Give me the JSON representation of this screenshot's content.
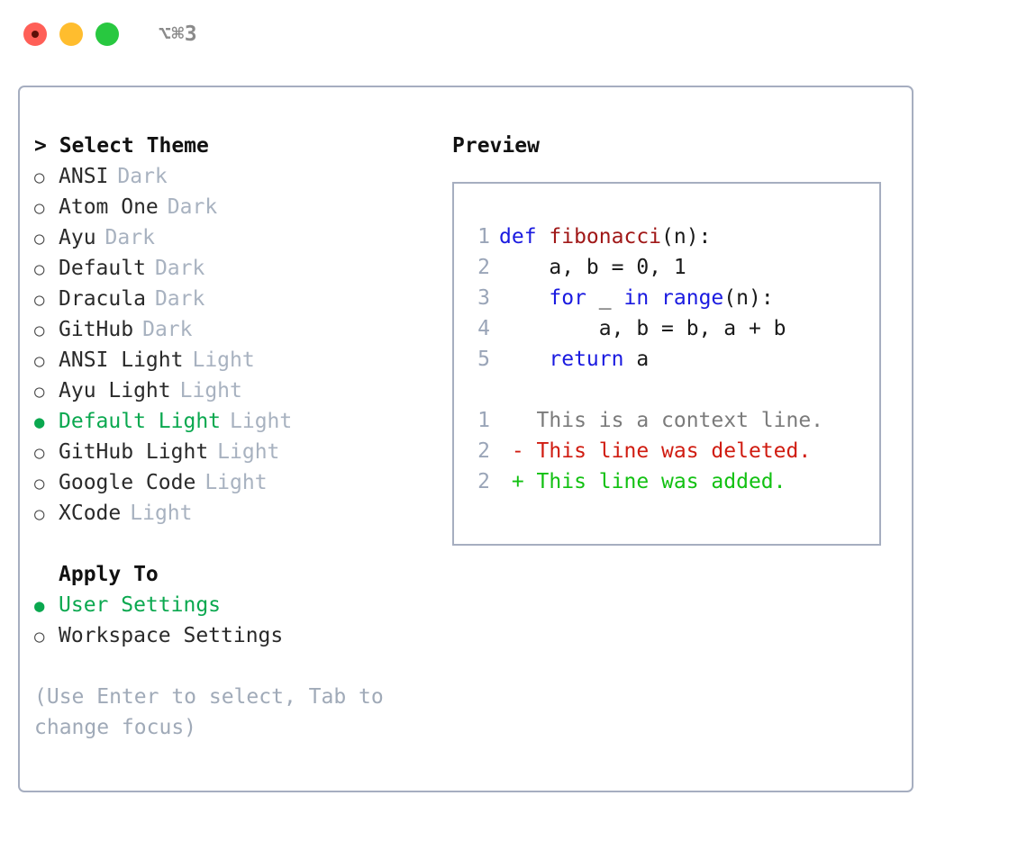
{
  "titlebar": {
    "shortcut": "⌥⌘3",
    "lights": [
      {
        "name": "close",
        "color": "#ff5f57"
      },
      {
        "name": "minimize",
        "color": "#ffbd2e"
      },
      {
        "name": "maximize",
        "color": "#28c840"
      }
    ]
  },
  "colors": {
    "accent_green": "#0aa84f",
    "border": "#a6aec0",
    "muted": "#a8b2c0",
    "hint": "#a0aab8",
    "keyword_blue": "#1a1ae0",
    "function_red": "#a01818",
    "diff_add": "#12c112",
    "diff_del": "#d01c11",
    "diff_ctx": "#7b7b7b",
    "line_number": "#9aa5b8"
  },
  "theme_list": {
    "heading": "> Select Theme",
    "marker_selected": "●",
    "marker_unselected": "○",
    "items": [
      {
        "label": "ANSI",
        "tag": "Dark",
        "selected": false
      },
      {
        "label": "Atom One",
        "tag": "Dark",
        "selected": false
      },
      {
        "label": "Ayu",
        "tag": "Dark",
        "selected": false
      },
      {
        "label": "Default",
        "tag": "Dark",
        "selected": false
      },
      {
        "label": "Dracula",
        "tag": "Dark",
        "selected": false
      },
      {
        "label": "GitHub",
        "tag": "Dark",
        "selected": false
      },
      {
        "label": "ANSI Light",
        "tag": "Light",
        "selected": false
      },
      {
        "label": "Ayu Light",
        "tag": "Light",
        "selected": false
      },
      {
        "label": "Default Light",
        "tag": "Light",
        "selected": true
      },
      {
        "label": "GitHub Light",
        "tag": "Light",
        "selected": false
      },
      {
        "label": "Google Code",
        "tag": "Light",
        "selected": false
      },
      {
        "label": "XCode",
        "tag": "Light",
        "selected": false
      }
    ]
  },
  "apply_to": {
    "heading": "Apply To",
    "items": [
      {
        "label": "User Settings",
        "selected": true
      },
      {
        "label": "Workspace Settings",
        "selected": false
      }
    ]
  },
  "hint": "(Use Enter to select, Tab to change focus)",
  "preview": {
    "title": "Preview",
    "code_lines": [
      {
        "num": "1",
        "tokens": [
          {
            "text": "def ",
            "style": "kw"
          },
          {
            "text": "fibonacci",
            "style": "fn"
          },
          {
            "text": "(n):",
            "style": "pl"
          }
        ]
      },
      {
        "num": "2",
        "tokens": [
          {
            "text": "    a, b = 0, 1",
            "style": "pl"
          }
        ]
      },
      {
        "num": "3",
        "tokens": [
          {
            "text": "    ",
            "style": "pl"
          },
          {
            "text": "for ",
            "style": "kw"
          },
          {
            "text": "_ ",
            "style": "pl"
          },
          {
            "text": "in ",
            "style": "kw"
          },
          {
            "text": "range",
            "style": "kw"
          },
          {
            "text": "(n):",
            "style": "pl"
          }
        ]
      },
      {
        "num": "4",
        "tokens": [
          {
            "text": "        a, b = b, a + b",
            "style": "pl"
          }
        ]
      },
      {
        "num": "5",
        "tokens": [
          {
            "text": "    ",
            "style": "pl"
          },
          {
            "text": "return ",
            "style": "kw"
          },
          {
            "text": "a",
            "style": "pl"
          }
        ]
      }
    ],
    "diff_lines": [
      {
        "num": "1",
        "marker": " ",
        "text": "This is a context line.",
        "style": "ctx"
      },
      {
        "num": "2",
        "marker": "-",
        "text": "This line was deleted.",
        "style": "del"
      },
      {
        "num": "2",
        "marker": "+",
        "text": "This line was added.",
        "style": "add"
      }
    ]
  }
}
